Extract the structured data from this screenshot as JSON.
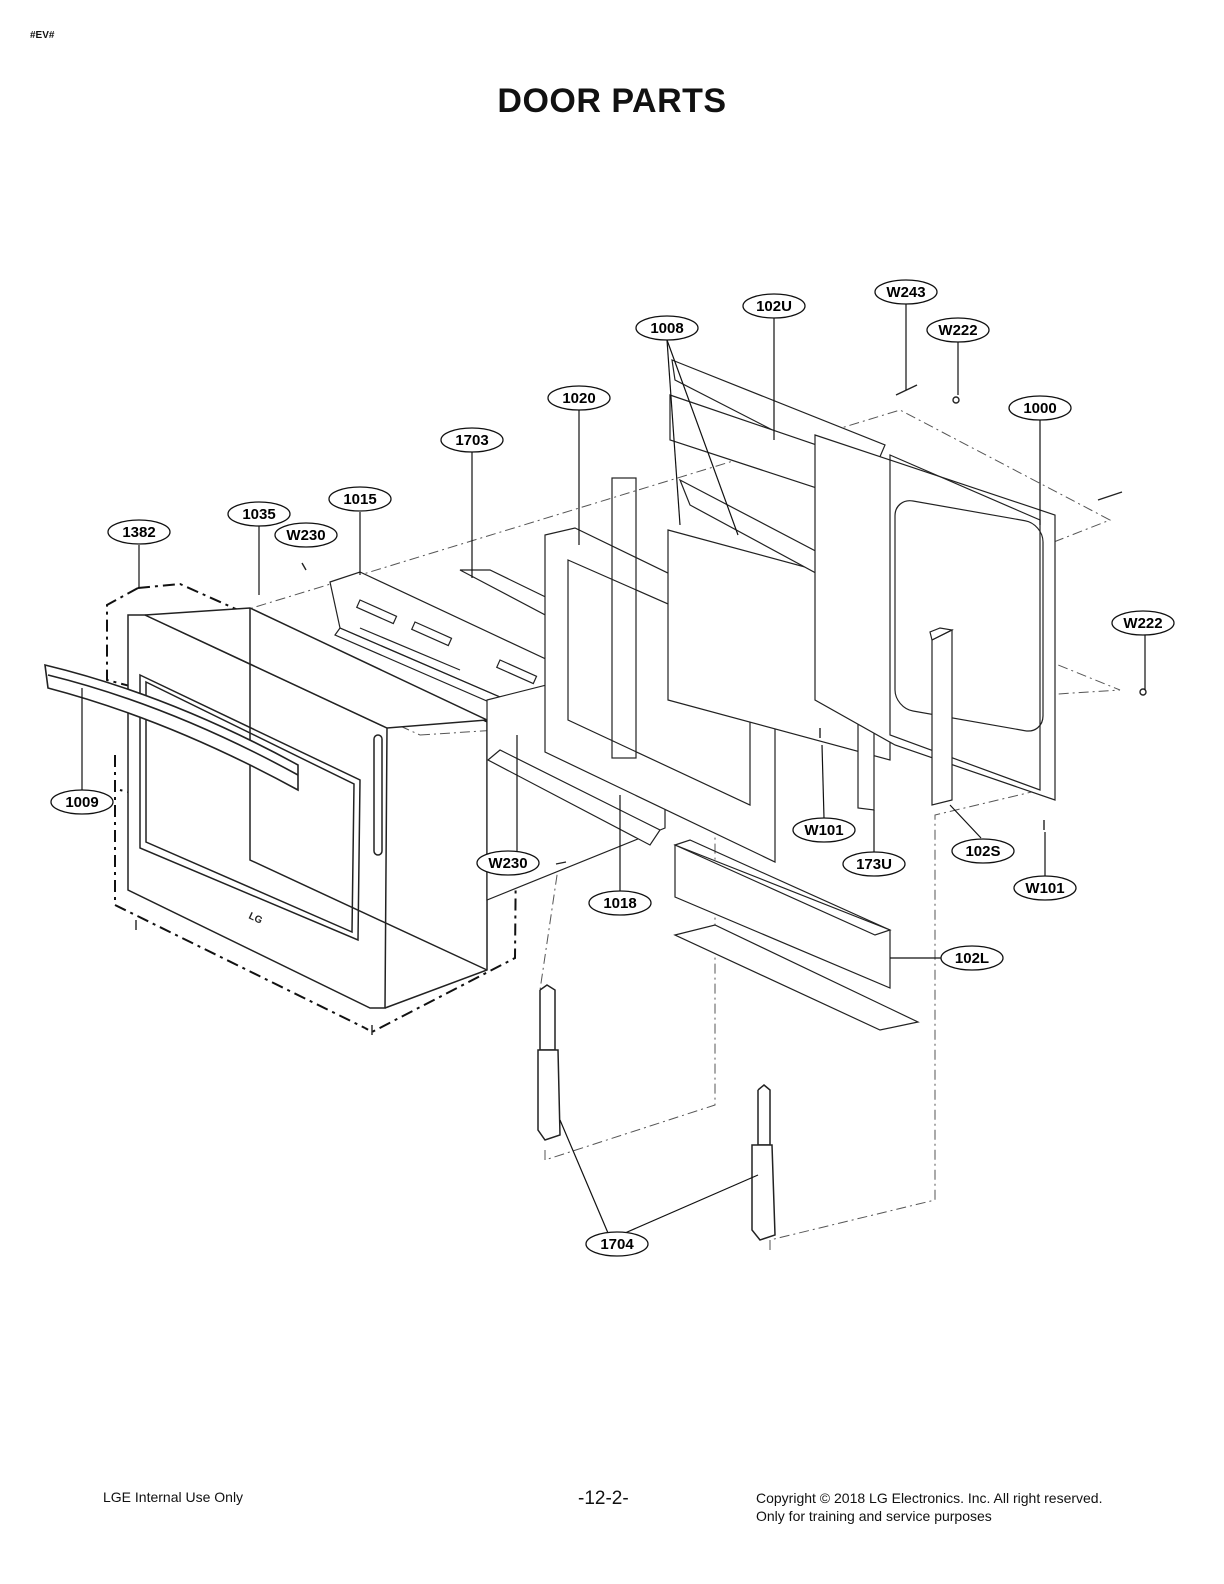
{
  "header": {
    "tag": "#EV#",
    "title": "DOOR PARTS"
  },
  "callouts": [
    {
      "id": "W243",
      "label": "W243"
    },
    {
      "id": "102U",
      "label": "102U"
    },
    {
      "id": "W222_top",
      "label": "W222"
    },
    {
      "id": "1008",
      "label": "1008"
    },
    {
      "id": "1000",
      "label": "1000"
    },
    {
      "id": "1020",
      "label": "1020"
    },
    {
      "id": "1703",
      "label": "1703"
    },
    {
      "id": "1015",
      "label": "1015"
    },
    {
      "id": "1035",
      "label": "1035"
    },
    {
      "id": "W230_top",
      "label": "W230"
    },
    {
      "id": "1382",
      "label": "1382"
    },
    {
      "id": "W222_right",
      "label": "W222"
    },
    {
      "id": "1009",
      "label": "1009"
    },
    {
      "id": "W101_left",
      "label": "W101"
    },
    {
      "id": "102S",
      "label": "102S"
    },
    {
      "id": "173U",
      "label": "173U"
    },
    {
      "id": "W230_bottom",
      "label": "W230"
    },
    {
      "id": "W101_right",
      "label": "W101"
    },
    {
      "id": "1018",
      "label": "1018"
    },
    {
      "id": "102L",
      "label": "102L"
    },
    {
      "id": "1704",
      "label": "1704"
    }
  ],
  "footer": {
    "left": "LGE Internal Use Only",
    "center": "-12-2-",
    "right_line1": "Copyright © 2018 LG Electronics. Inc. All right reserved.",
    "right_line2": "Only for training and service purposes"
  },
  "logo_text": "LG"
}
